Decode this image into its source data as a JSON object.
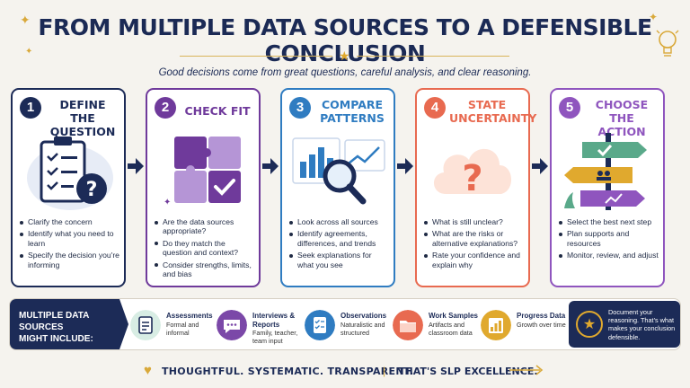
{
  "header": {
    "title": "FROM MULTIPLE DATA SOURCES TO A DEFENSIBLE CONCLUSION",
    "subtitle": "Good decisions come from great questions, careful analysis, and clear reasoning."
  },
  "steps": [
    {
      "number": "1",
      "title_line1": "DEFINE",
      "title_line2": "THE QUESTION",
      "color": "#1c2b57",
      "bullets": [
        "Clarify the concern",
        "Identify what you need to learn",
        "Specify the decision you're informing"
      ]
    },
    {
      "number": "2",
      "title_line1": "CHECK FIT",
      "title_line2": "",
      "color": "#6f3a9b",
      "bullets": [
        "Are the data sources appropriate?",
        "Do they match the question and context?",
        "Consider strengths, limits, and bias"
      ]
    },
    {
      "number": "3",
      "title_line1": "COMPARE",
      "title_line2": "PATTERNS",
      "color": "#2f7cc1",
      "bullets": [
        "Look across all sources",
        "Identify agreements, differences, and trends",
        "Seek explanations for what you see"
      ]
    },
    {
      "number": "4",
      "title_line1": "STATE",
      "title_line2": "UNCERTAINTY",
      "color": "#e86a50",
      "bullets": [
        "What is still unclear?",
        "What are the risks or alternative explanations?",
        "Rate your confidence and explain why"
      ]
    },
    {
      "number": "5",
      "title_line1": "CHOOSE",
      "title_line2": "THE ACTION",
      "color": "#8f55be",
      "bullets": [
        "Select the best next step",
        "Plan supports and resources",
        "Monitor, review, and adjust"
      ]
    }
  ],
  "sources_band": {
    "label_line1": "MULTIPLE DATA SOURCES",
    "label_line2": "MIGHT INCLUDE:",
    "items": [
      {
        "name": "Assessments",
        "desc": "Formal and informal",
        "icon": "clipboard-icon",
        "color": "#5aa98a"
      },
      {
        "name": "Interviews & Reports",
        "desc": "Family, teacher, team input",
        "icon": "chat-bubble-icon",
        "color": "#7b48a8"
      },
      {
        "name": "Observations",
        "desc": "Naturalistic and structured",
        "icon": "checklist-icon",
        "color": "#2f7cc1"
      },
      {
        "name": "Work Samples",
        "desc": "Artifacts and classroom data",
        "icon": "folder-icon",
        "color": "#e86a50"
      },
      {
        "name": "Progress Data",
        "desc": "Growth over time",
        "icon": "bar-chart-icon",
        "color": "#e0a92e"
      }
    ],
    "document_text": "Document your reasoning. That's what makes your conclusion defensible."
  },
  "footer": {
    "left": "THOUGHTFUL.  SYSTEMATIC.  TRANSPARENT.",
    "right": "THAT'S SLP EXCELLENCE."
  }
}
